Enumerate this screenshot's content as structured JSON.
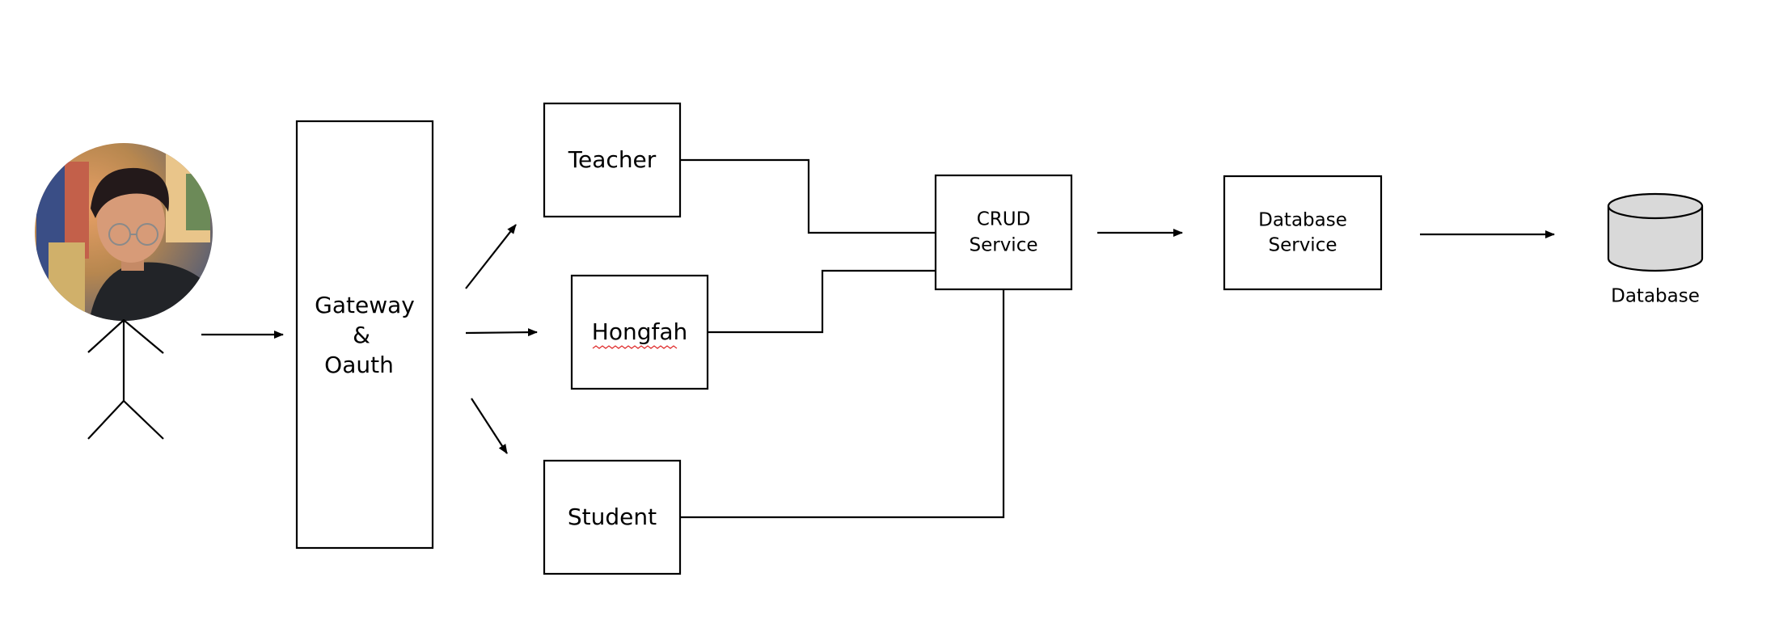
{
  "colors": {
    "stroke": "#000000",
    "background": "#ffffff",
    "cylinder_fill": "#d9d9d9",
    "spellcheck_underline": "#e03030"
  },
  "actor": {
    "avatar": "user-photo-avatar",
    "figure": "stick-figure"
  },
  "nodes": {
    "gateway": {
      "line1": "Gateway",
      "line2": "&",
      "line3": "Oauth"
    },
    "teacher": {
      "label": "Teacher"
    },
    "hongfah": {
      "label": "Hongfah"
    },
    "student": {
      "label": "Student"
    },
    "crud": {
      "line1": "CRUD",
      "line2": "Service"
    },
    "db_service": {
      "line1": "Database",
      "line2": "Service"
    },
    "database": {
      "label": "Database"
    }
  }
}
